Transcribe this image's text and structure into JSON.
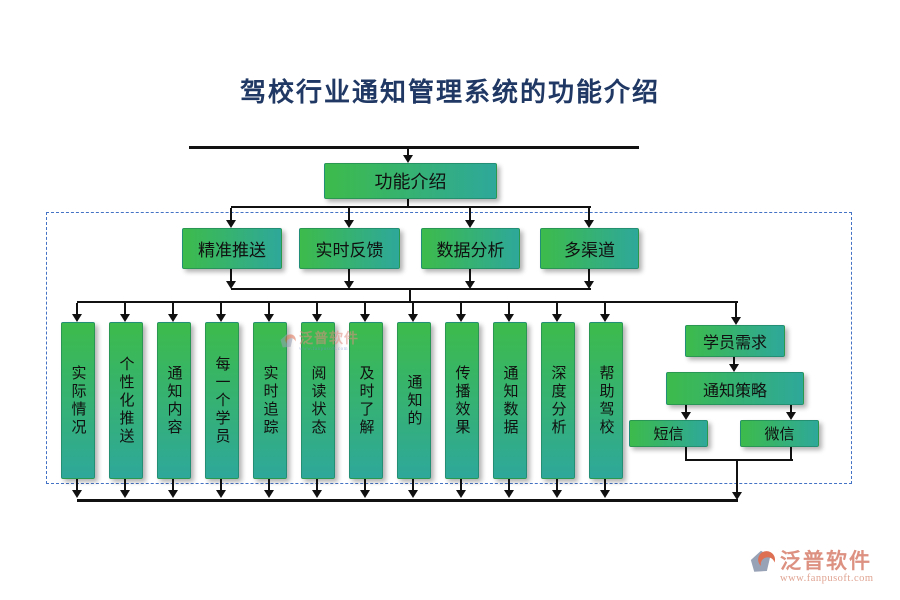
{
  "title": "驾校行业通知管理系统的功能介绍",
  "root": {
    "label": "功能介绍"
  },
  "level2": [
    {
      "label": "精准推送"
    },
    {
      "label": "实时反馈"
    },
    {
      "label": "数据分析"
    },
    {
      "label": "多渠道"
    }
  ],
  "level3": [
    {
      "label": "实际情况"
    },
    {
      "label": "个性化推送"
    },
    {
      "label": "通知内容"
    },
    {
      "label": "每一个学员"
    },
    {
      "label": "实时追踪"
    },
    {
      "label": "阅读状态"
    },
    {
      "label": "及时了解"
    },
    {
      "label": "通知的"
    },
    {
      "label": "传播效果"
    },
    {
      "label": "通知数据"
    },
    {
      "label": "深度分析"
    },
    {
      "label": "帮助驾校"
    }
  ],
  "right_branch": {
    "top": {
      "label": "学员需求"
    },
    "middle": {
      "label": "通知策略"
    },
    "children": [
      {
        "label": "短信"
      },
      {
        "label": "微信"
      }
    ]
  },
  "watermark": {
    "brand": "泛普软件",
    "url": "www.fanpusoft.com"
  },
  "footer": {
    "brand": "泛普软件",
    "url": "www.fanpusoft.com"
  },
  "colors": {
    "box_green": "#3dbb4b",
    "box_teal": "#2ea89a",
    "title_navy": "#1f3864",
    "frame_dashed_blue": "#4472c4",
    "line_black": "#111111",
    "brand_salmon": "#dc9181",
    "logo_gray": "#98a2b6",
    "logo_coral": "#dd6f52"
  }
}
